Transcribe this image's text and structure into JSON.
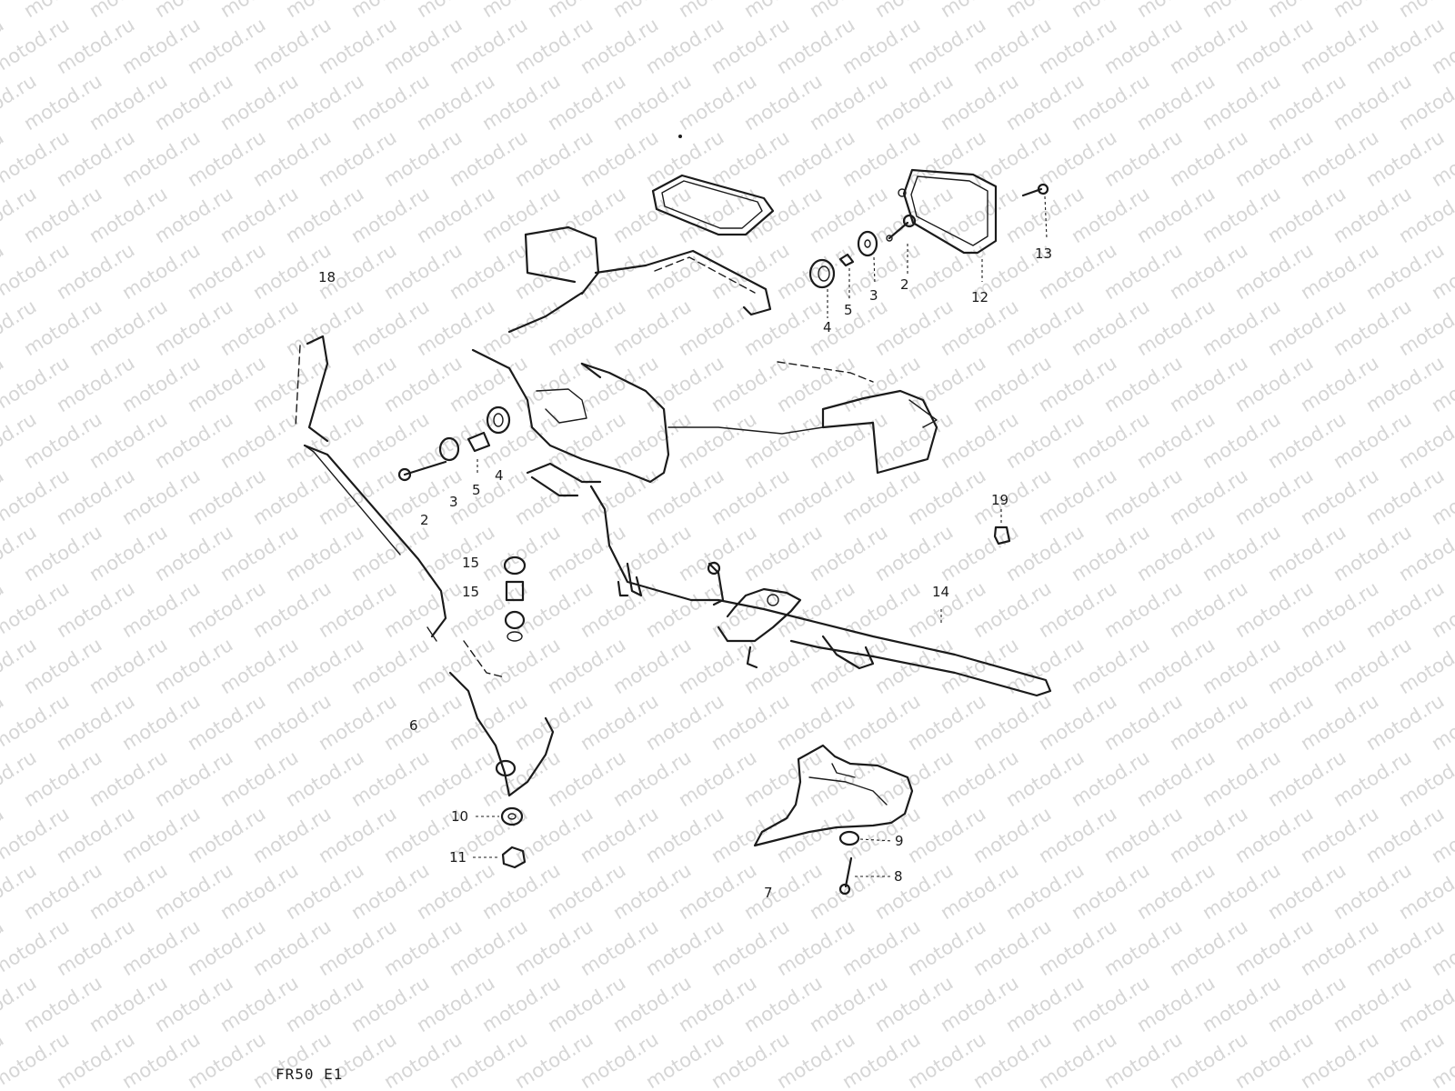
{
  "watermark": {
    "text": "motod.ru",
    "color": "#d6d6d6"
  },
  "caption": "FR50   E1",
  "part_labels": [
    {
      "id": "18",
      "text": "18"
    },
    {
      "id": "4a",
      "text": "4"
    },
    {
      "id": "5a",
      "text": "5"
    },
    {
      "id": "3a",
      "text": "3"
    },
    {
      "id": "2a",
      "text": "2"
    },
    {
      "id": "12",
      "text": "12"
    },
    {
      "id": "13",
      "text": "13"
    },
    {
      "id": "4b",
      "text": "4"
    },
    {
      "id": "5b",
      "text": "5"
    },
    {
      "id": "3b",
      "text": "3"
    },
    {
      "id": "2b",
      "text": "2"
    },
    {
      "id": "19",
      "text": "19"
    },
    {
      "id": "15a",
      "text": "15"
    },
    {
      "id": "15b",
      "text": "15"
    },
    {
      "id": "14",
      "text": "14"
    },
    {
      "id": "6",
      "text": "6"
    },
    {
      "id": "10",
      "text": "10"
    },
    {
      "id": "11",
      "text": "11"
    },
    {
      "id": "9",
      "text": "9"
    },
    {
      "id": "8",
      "text": "8"
    },
    {
      "id": "7",
      "text": "7"
    }
  ]
}
